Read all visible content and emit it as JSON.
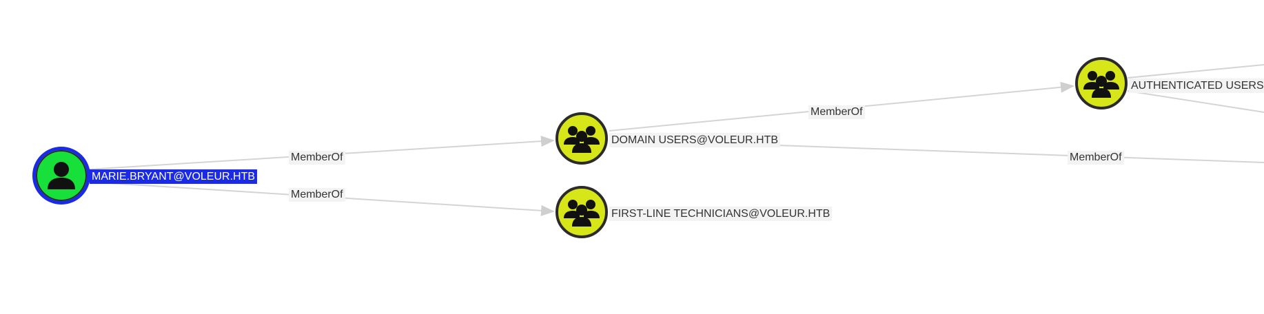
{
  "graph": {
    "nodes": {
      "marie": {
        "label": "MARIE.BRYANT@VOLEUR.HTB",
        "kind": "user",
        "selected": true
      },
      "domain_users": {
        "label": "DOMAIN USERS@VOLEUR.HTB",
        "kind": "group"
      },
      "first_line": {
        "label": "FIRST-LINE TECHNICIANS@VOLEUR.HTB",
        "kind": "group"
      },
      "auth_users": {
        "label": "AUTHENTICATED USERS@",
        "kind": "group"
      }
    },
    "edges": {
      "e1": {
        "label": "MemberOf",
        "from": "marie",
        "to": "domain_users"
      },
      "e2": {
        "label": "MemberOf",
        "from": "marie",
        "to": "first_line"
      },
      "e3": {
        "label": "MemberOf",
        "from": "domain_users",
        "to": "auth_users"
      },
      "e4": {
        "label": "MemberOf",
        "from": "domain_users",
        "to": "offscreen"
      }
    }
  },
  "colors": {
    "group_fill": "#d6e619",
    "user_fill": "#18e03b",
    "selection": "#1a2ae6",
    "edge": "#cfcfcf"
  },
  "icons": {
    "user": "person-icon",
    "group": "group-icon"
  }
}
